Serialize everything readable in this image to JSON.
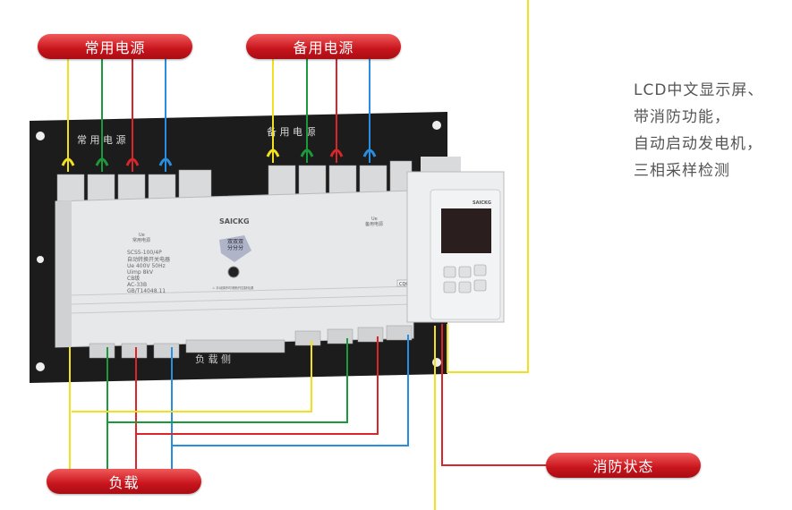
{
  "labels": {
    "normal_power": "常用电源",
    "backup_power": "备用电源",
    "load": "负载",
    "fire_status": "消防状态"
  },
  "description": [
    "LCD中文显示屏、",
    "带消防功能，",
    "自动启动发电机，",
    "三相采样检测"
  ],
  "device": {
    "plate_normal": "常 用 电 源",
    "plate_backup": "备 用 电 源",
    "plate_load": "负 载 侧",
    "brand": "SAICKG",
    "ue_left": "Ue",
    "ue_left_sub": "常用电源",
    "ue_right": "Ue",
    "ue_right_sub": "备用电源",
    "spec": [
      "SCS5-100/4P",
      "自动转换开关电器",
      "Ue 400V   50Hz",
      "Uimp        8kV",
      "CB级",
      "AC-33B",
      "GB/T14048.11"
    ],
    "knob_badge": "双双双\n分分分",
    "warning": "⚠ 手动操作时请断开控制电源",
    "cert": "CQC",
    "controller_brand": "SAICKG"
  },
  "colors": {
    "yellow": "#f0e020",
    "green": "#1a9a3a",
    "red": "#d8262a",
    "blue": "#2a8ee0",
    "pill": "#d0181f"
  }
}
